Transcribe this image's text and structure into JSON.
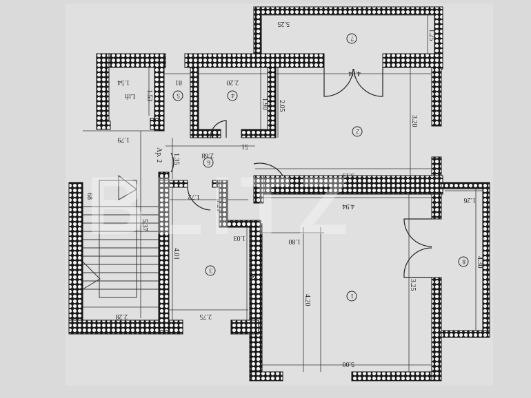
{
  "plan": {
    "orientation": "upside-down",
    "rooms": [
      "1",
      "2",
      "3",
      "4",
      "5",
      "6",
      "7",
      "8"
    ],
    "lift_label": "Lift",
    "stair_label": "Ap. 2",
    "dimensions": {
      "lift_w": "1.54",
      "lift_h": "1.53",
      "lift_base": "1.79",
      "r5_w": "81",
      "r4_w": "2.20",
      "r4_h": "1.90",
      "r2_side": "2.05",
      "r6_w": "2.68",
      "r6_h": "1.35",
      "r6_small": "51",
      "r7_w": "5.25",
      "r7_h": "1.25",
      "r2_door": "4.04",
      "r2_h": "3.20",
      "r2_w": "5.15",
      "r1_top": "4.94",
      "r8_w": "1.26",
      "r8_h": "4.30",
      "stair_top": "68",
      "stair_len": "5.37",
      "stair_w": "2.28",
      "r3_door": "1.72",
      "r3_h": "4.01",
      "r3_w": "2.75",
      "r3_step": "1.03",
      "r3_side": "2.30",
      "r3_stub": "1.21",
      "r1_sub_w": "1.80",
      "r1_sub_h": "4.20",
      "r1_w": "5.00",
      "r1_side": "3.25"
    },
    "wall_color": "#1a1a1a",
    "paper_color": "#d9dad9"
  },
  "watermark": "BLITZ"
}
